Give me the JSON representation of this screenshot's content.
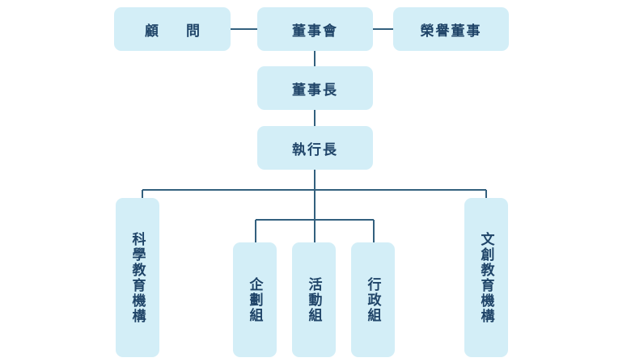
{
  "nodes": {
    "advisor": "顧 問",
    "board": "董事會",
    "honorary": "榮譽董事",
    "chairman": "董事長",
    "ceo": "執行長",
    "science": "科學教育機構",
    "planning": "企劃組",
    "activity": "活動組",
    "admin": "行政組",
    "culture": "文創教育機構"
  },
  "colors": {
    "box": "#d3eef7",
    "text": "#1f4468",
    "line": "#33607e"
  }
}
